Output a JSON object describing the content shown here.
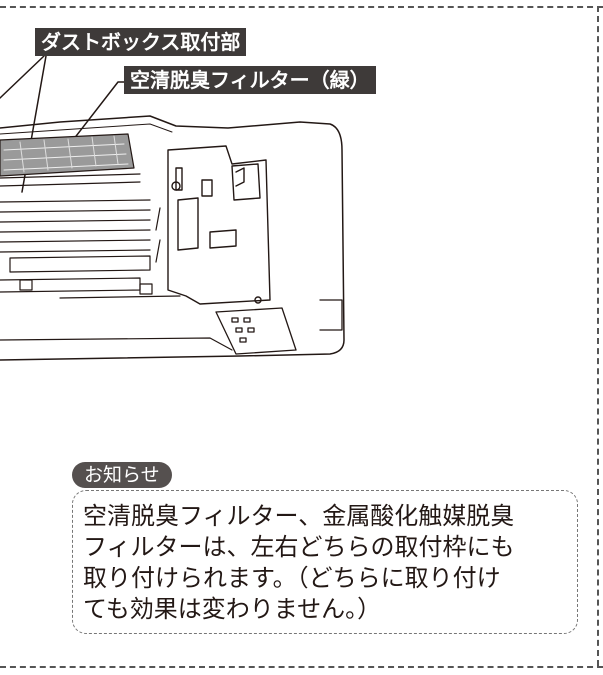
{
  "labels": {
    "dust_box": "ダストボックス取付部",
    "filter": "空清脱臭フィルター（緑）"
  },
  "notice": {
    "tag": "お知らせ",
    "lines": [
      "空清脱臭フィルター、金属酸化触媒脱臭",
      "フィルターは、左右どちらの取付枠にも",
      "取り付けられます。（どちらに取り付け",
      "ても効果は変わりません。）"
    ]
  },
  "colors": {
    "label_bg": "#3e3a39",
    "tag_bg": "#55504f",
    "line": "#231815"
  }
}
